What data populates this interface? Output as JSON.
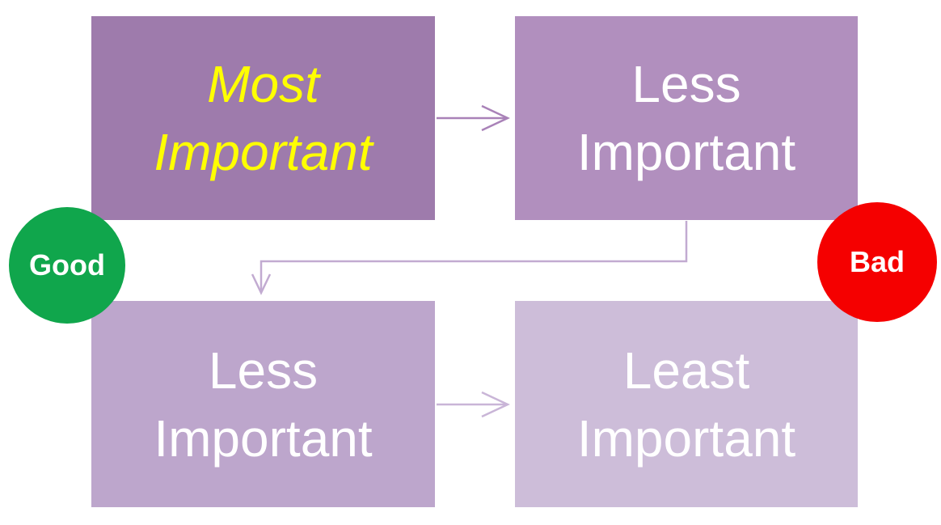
{
  "diagram": {
    "boxes": [
      {
        "id": "most-important",
        "lines": [
          "Most",
          "Important"
        ],
        "emphasis": true
      },
      {
        "id": "less-important-top",
        "lines": [
          "Less",
          "Important"
        ],
        "emphasis": false
      },
      {
        "id": "less-important-bottom",
        "lines": [
          "Less",
          "Important"
        ],
        "emphasis": false
      },
      {
        "id": "least-important",
        "lines": [
          "Least",
          "Important"
        ],
        "emphasis": false
      }
    ],
    "flow": [
      {
        "from": "most-important",
        "to": "less-important-top"
      },
      {
        "from": "less-important-top",
        "to": "less-important-bottom"
      },
      {
        "from": "less-important-bottom",
        "to": "least-important"
      }
    ],
    "badges": [
      {
        "id": "good",
        "label": "Good"
      },
      {
        "id": "bad",
        "label": "Bad"
      }
    ]
  },
  "colors": {
    "background": "#FFFFFF",
    "box_most": "#9E7BAC",
    "box_less_top": "#B18FBE",
    "box_less_bottom": "#BDA6CC",
    "box_least": "#CDBDD9",
    "text_most": "#FFFF00",
    "text_box": "#FFFFFF",
    "arrow_top": "#A982B8",
    "arrow_elbow": "#C2ABD1",
    "arrow_bottom": "#C9B5D7",
    "badge_good": "#10A64C",
    "badge_bad": "#F50000",
    "badge_text": "#FFFFFF"
  }
}
